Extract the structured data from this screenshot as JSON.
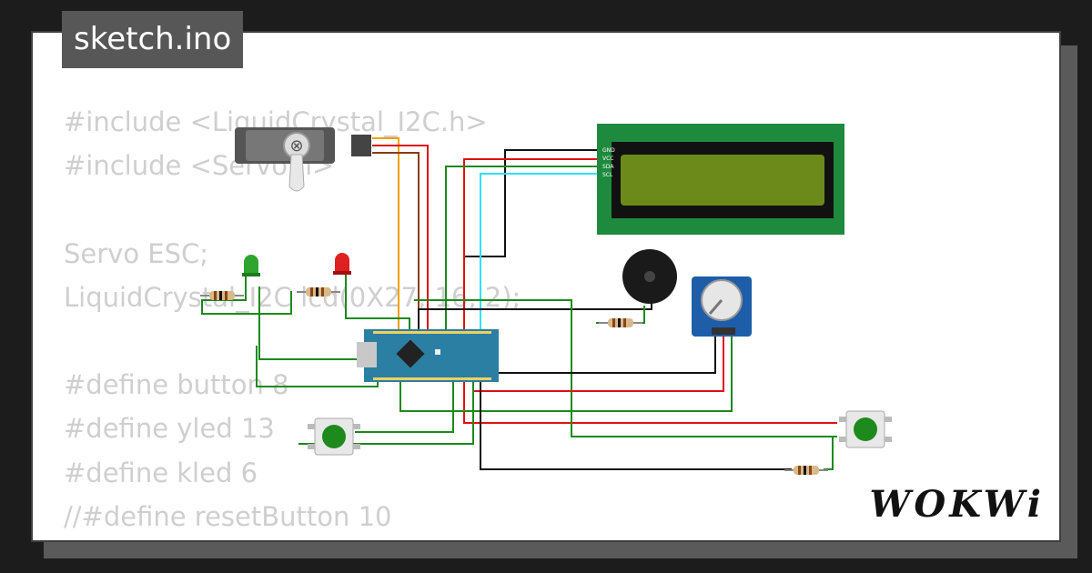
{
  "title": "sketch.ino",
  "code_lines": [
    "#include <LiquidCrystal_I2C.h>",
    "#include <Servo.h>",
    "",
    "Servo ESC;",
    "LiquidCrystal_I2C lcd(0X27, 16, 2);",
    "",
    "#define button 8",
    "#define yled 13",
    "#define kled 6",
    "//#define resetButton 10"
  ],
  "lcd": {
    "pins": [
      "GND",
      "VCC",
      "SDA",
      "SCL"
    ],
    "backlight_color": "#6b8a1a",
    "board_color": "#1e8a3e"
  },
  "components": {
    "servo": "servo-motor",
    "leds": [
      "green-led",
      "red-led"
    ],
    "buzzer": "piezo-buzzer",
    "potentiometer": "rotary-potentiometer",
    "buttons": [
      "green-pushbutton",
      "green-pushbutton"
    ],
    "resistors": 4,
    "board": "arduino-nano"
  },
  "wire_colors": {
    "signal": "#f0a000",
    "power": "#e01010",
    "ground": "#111111",
    "data": "#1a8a1a",
    "scl": "#30e0ff",
    "brown": "#8b3a0f"
  },
  "logo": "WOKWi"
}
